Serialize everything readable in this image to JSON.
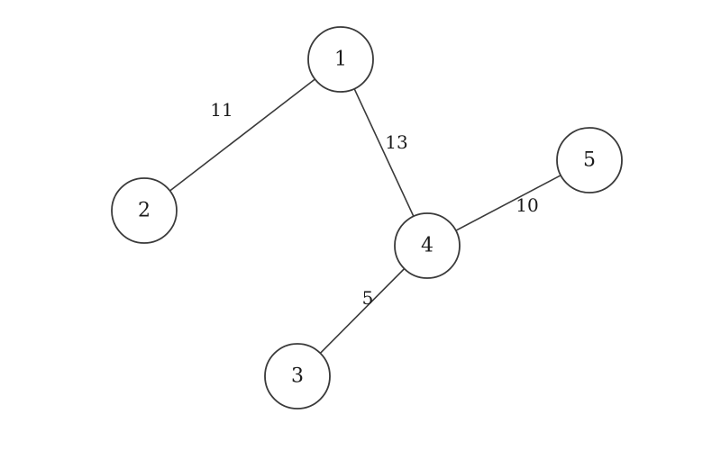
{
  "graph": {
    "type": "weighted-undirected-graph",
    "nodes": [
      {
        "id": "1",
        "label": "1"
      },
      {
        "id": "2",
        "label": "2"
      },
      {
        "id": "3",
        "label": "3"
      },
      {
        "id": "4",
        "label": "4"
      },
      {
        "id": "5",
        "label": "5"
      }
    ],
    "edges": [
      {
        "from": "1",
        "to": "2",
        "weight": "11"
      },
      {
        "from": "1",
        "to": "4",
        "weight": "13"
      },
      {
        "from": "4",
        "to": "5",
        "weight": "10"
      },
      {
        "from": "4",
        "to": "3",
        "weight": "5"
      }
    ],
    "colors": {
      "stroke": "#3a3a3a",
      "fill": "#ffffff",
      "text": "#1a1a1a"
    }
  }
}
